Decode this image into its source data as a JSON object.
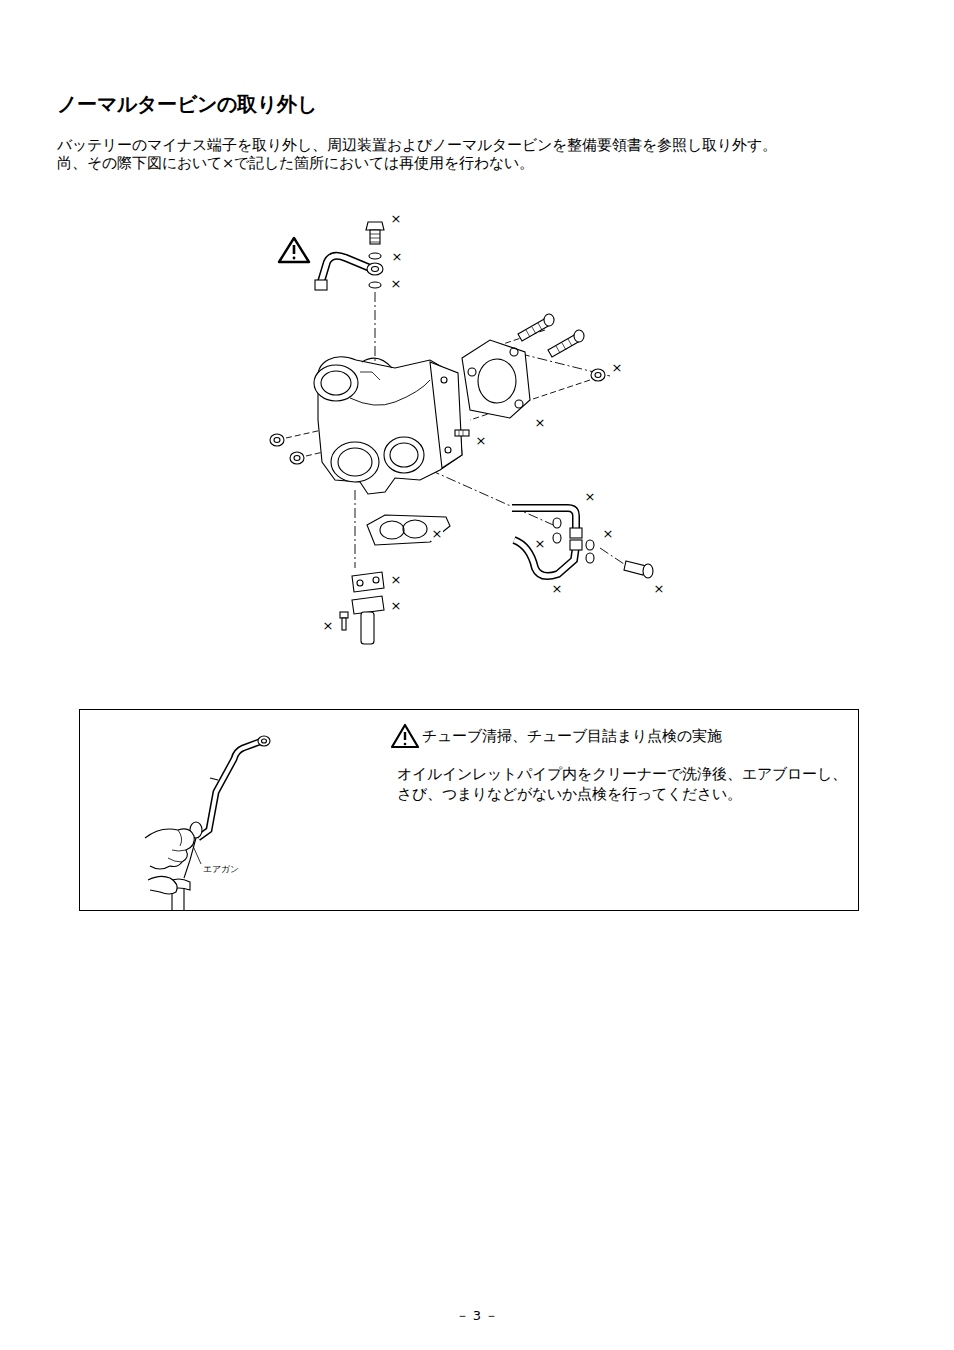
{
  "diagram": {
    "title": "ノーマルタービンの取り外し",
    "nodes": [
      {
        "text": [
          "チューブ清掃、チューブ目詰まり点検の実施",
          "オイルインレットパイプ内をクリーナーで洗浄後、エアブローし、さび、つまりなどがないか点検を行ってください。"
        ]
      }
    ],
    "labels": [
      "バッテリーのマイナス端子を取り外し、周辺装置およびノーマルタービンを整備要領書を参照し取り外す。",
      "尚、その際下図において×で記した箇所においては再使用を行わない。",
      "×",
      "×",
      "×",
      "×",
      "×",
      "×",
      "×",
      "×",
      "×",
      "×",
      "×",
      "×",
      "×",
      "×",
      "×",
      "エアガン",
      "－ 3 －"
    ]
  }
}
